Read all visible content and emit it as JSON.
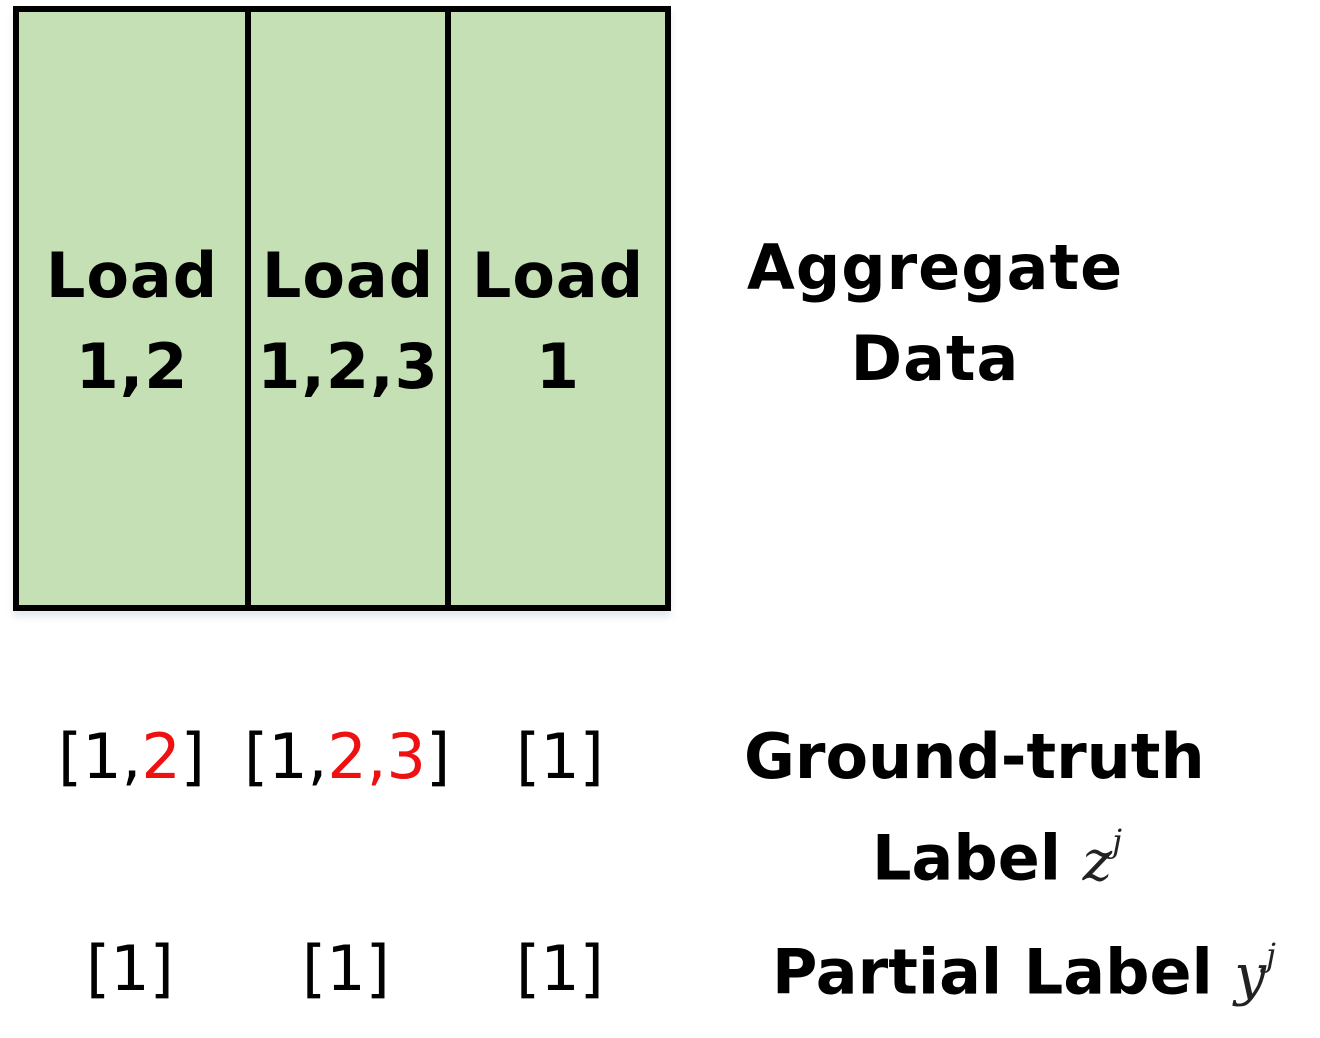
{
  "colors": {
    "box_fill": "#c5e0b4",
    "accent": "#ee1111",
    "text": "#000000"
  },
  "boxes": [
    {
      "line1": "Load",
      "line2": "1,2"
    },
    {
      "line1": "Load",
      "line2": "1,2,3"
    },
    {
      "line1": "Load",
      "line2": "1"
    }
  ],
  "aggregate": {
    "line1": "Aggregate",
    "line2": "Data"
  },
  "ground_truth": {
    "title_line1": "Ground-truth",
    "title_line2": "Label",
    "symbol": "z",
    "superscript": "j",
    "cells": [
      {
        "open": "[1,",
        "red1": "2",
        "sep": "",
        "red2": "",
        "close": "]"
      },
      {
        "open": "[1,",
        "red1": "2",
        "sep": ",",
        "red2": "3",
        "close": "]"
      },
      {
        "open": "[1",
        "red1": "",
        "sep": "",
        "red2": "",
        "close": "]"
      }
    ]
  },
  "partial": {
    "title": "Partial Label",
    "symbol": "y",
    "superscript": "j",
    "cells": [
      "[1]",
      "[1]",
      "[1]"
    ]
  }
}
